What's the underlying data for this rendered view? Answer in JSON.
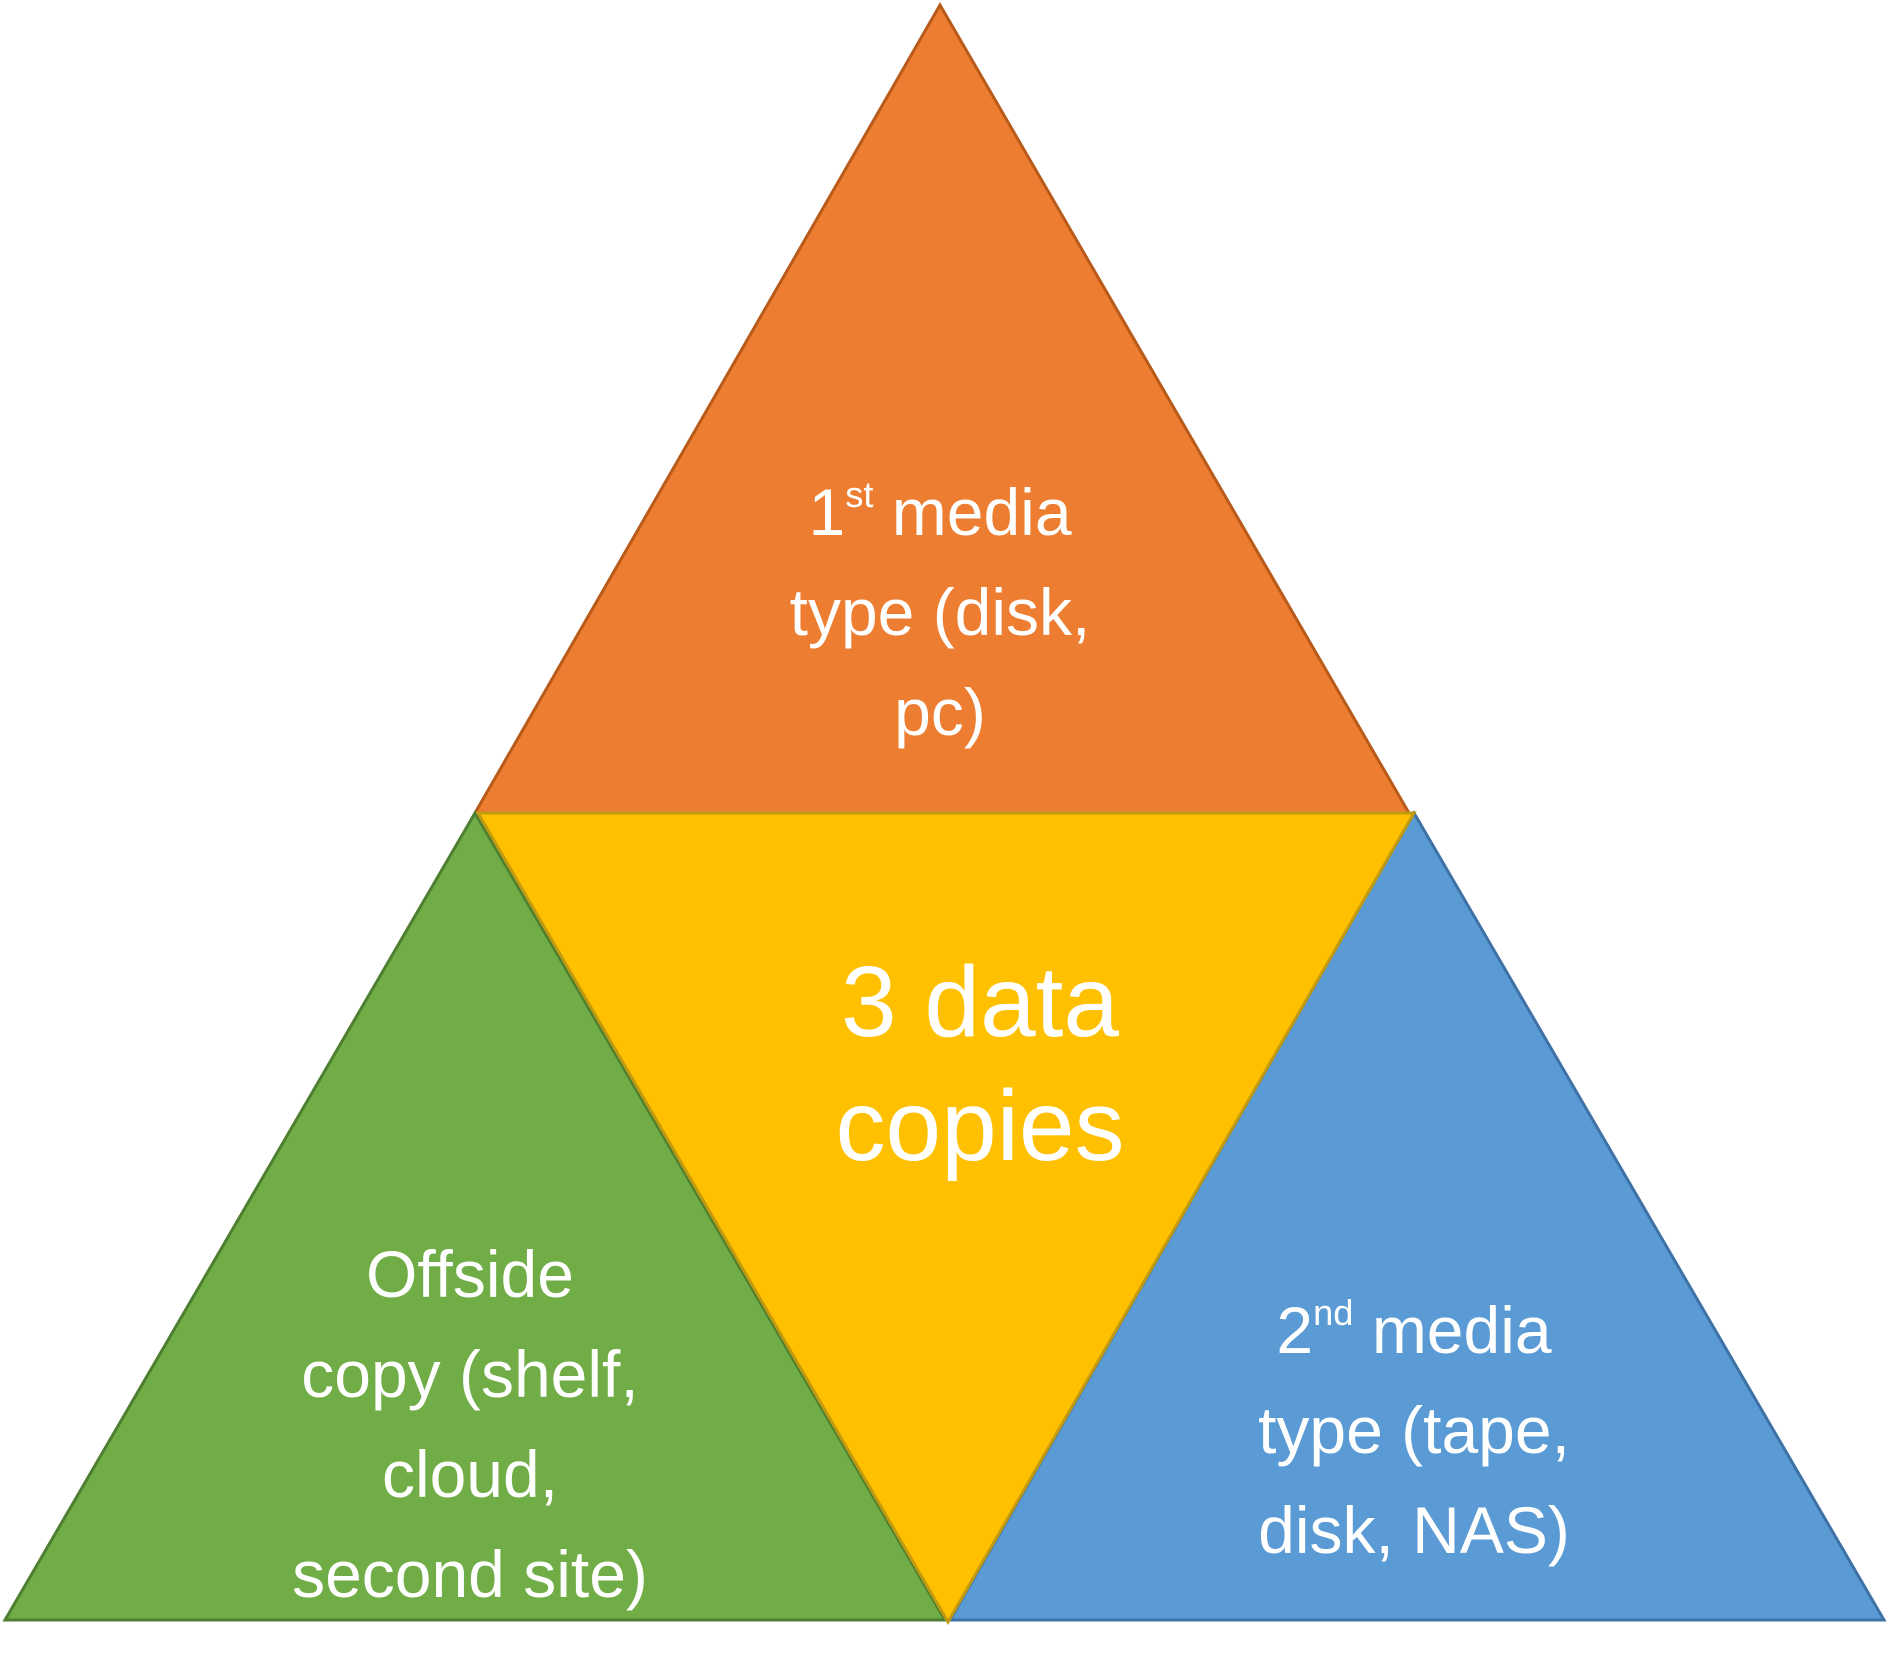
{
  "triangles": {
    "top": {
      "fill": "#ED7D31",
      "stroke": "#B85A1A",
      "lines": [
        {
          "text": "1",
          "sup": "st",
          "rest": " media"
        },
        {
          "text": "type (disk,"
        },
        {
          "text": "pc)"
        }
      ]
    },
    "center": {
      "fill": "#FFC000",
      "stroke": "#C09A10",
      "lines": [
        {
          "text": "3 data"
        },
        {
          "text": "copies"
        }
      ]
    },
    "left": {
      "fill": "#70AD47",
      "stroke": "#4E7F30",
      "lines": [
        {
          "text": "Offside"
        },
        {
          "text": "copy (shelf,"
        },
        {
          "text": "cloud,"
        },
        {
          "text": "second site)"
        }
      ]
    },
    "right": {
      "fill": "#5B9BD5",
      "stroke": "#3E72A6",
      "lines": [
        {
          "text": "2",
          "sup": "nd",
          "rest": " media"
        },
        {
          "text": "type (tape,"
        },
        {
          "text": "disk, NAS)"
        }
      ]
    }
  }
}
